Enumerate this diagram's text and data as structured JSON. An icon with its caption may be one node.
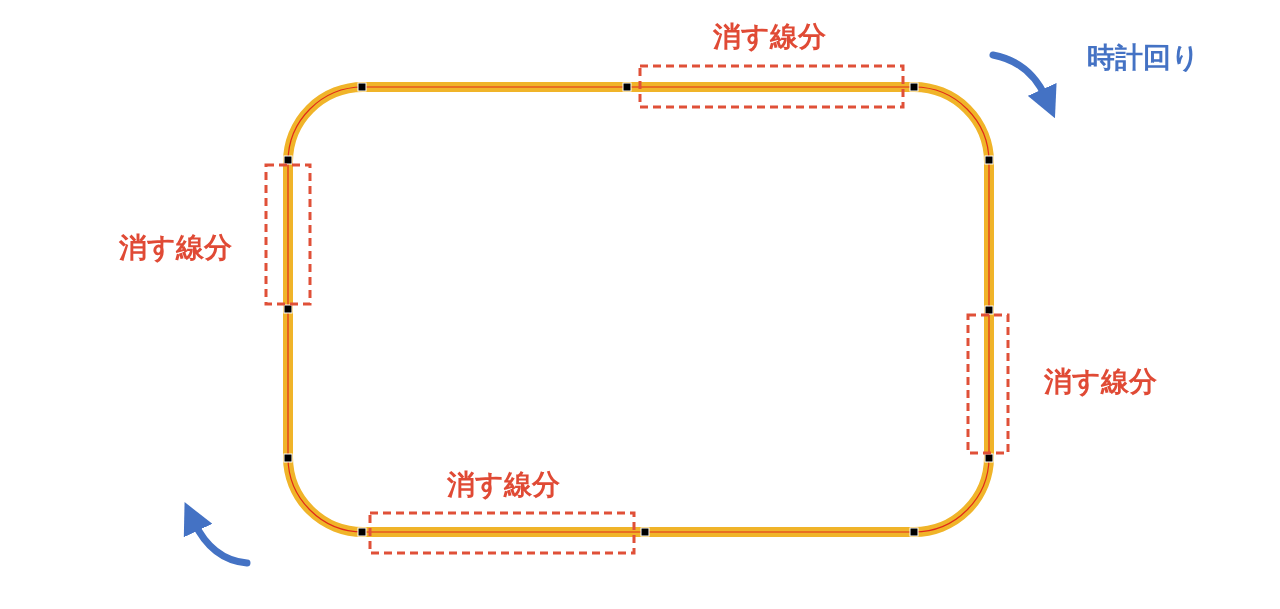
{
  "diagram": {
    "labels": [
      "消す線分",
      "時計回り",
      "消す線分",
      "消す線分",
      "消す線分"
    ]
  }
}
